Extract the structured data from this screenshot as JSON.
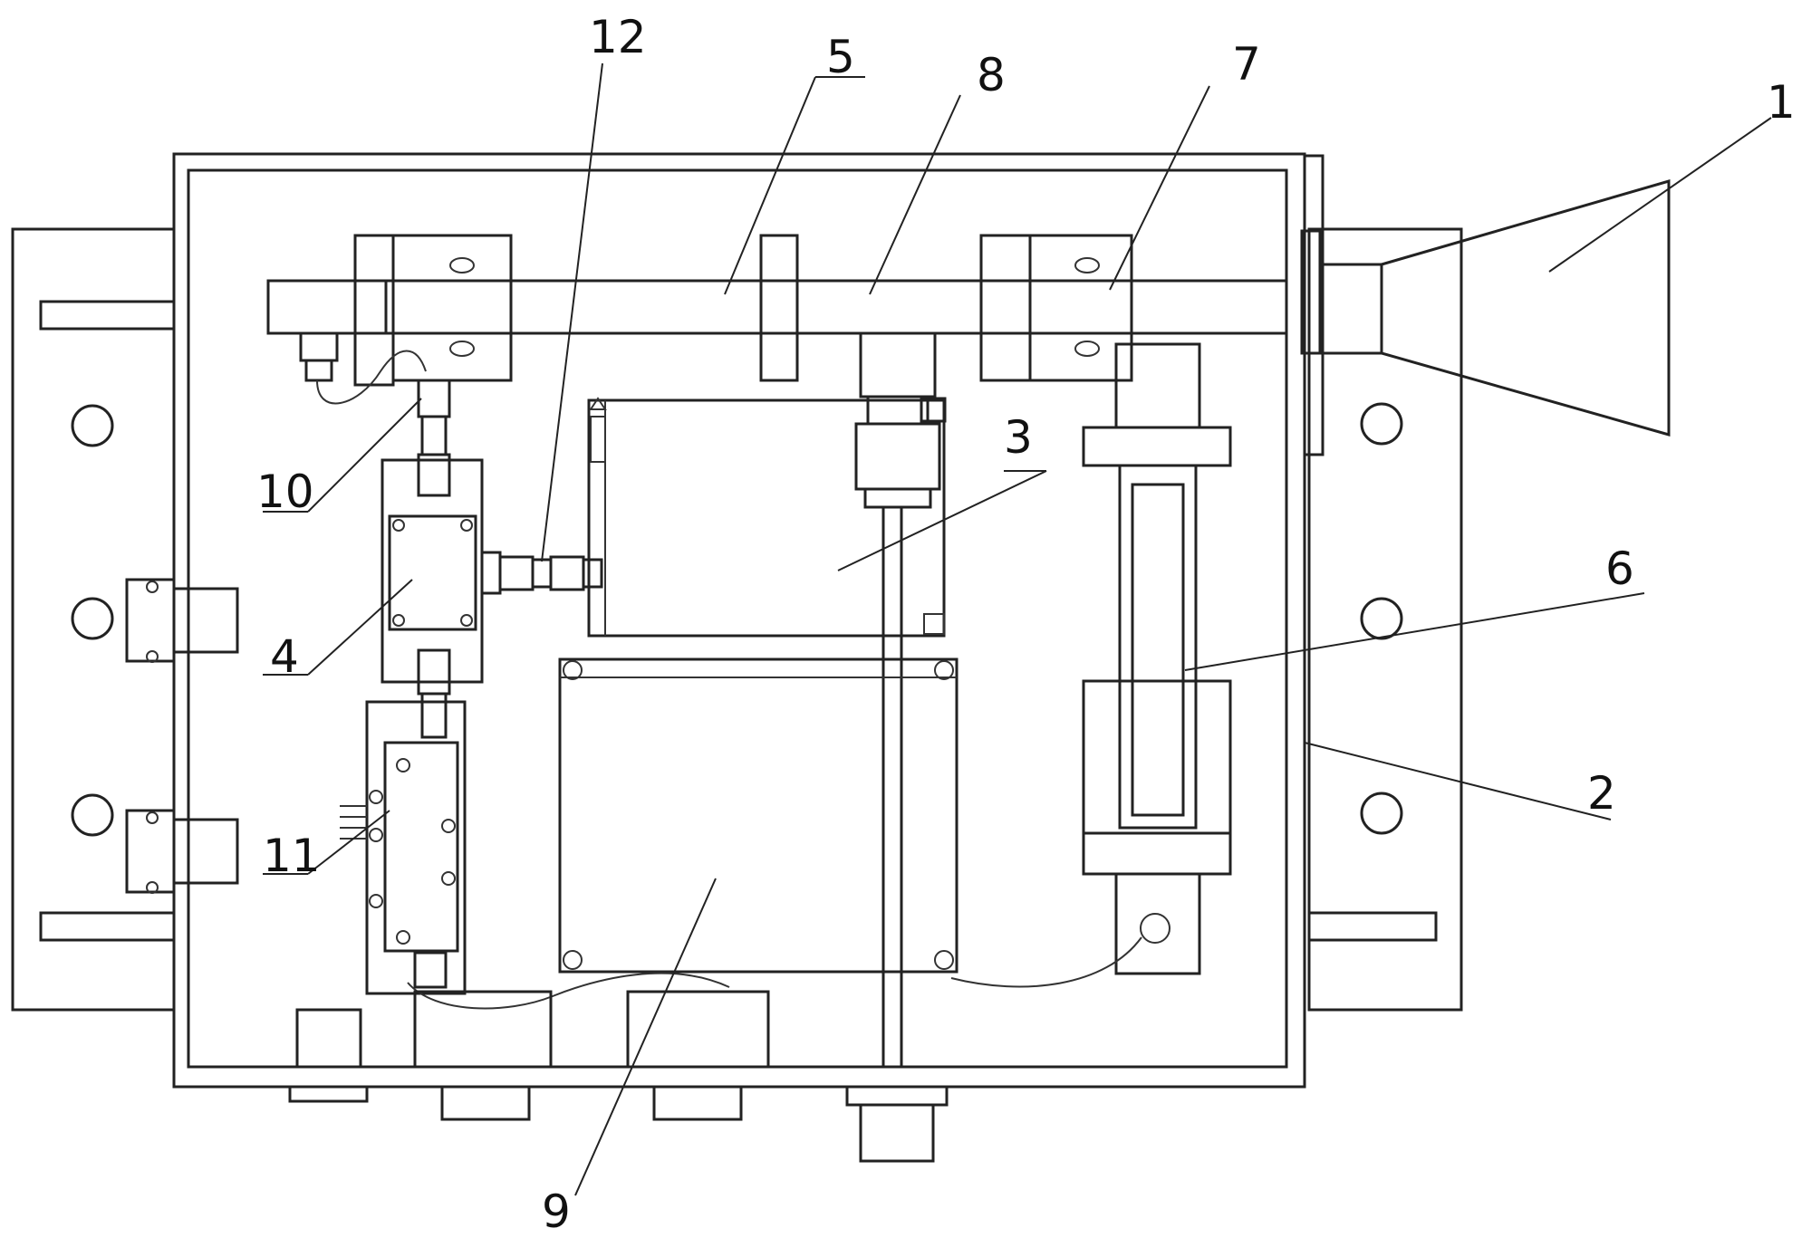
{
  "labels": {
    "l1": "1",
    "l2": "2",
    "l3": "3",
    "l4": "4",
    "l5": "5",
    "l6": "6",
    "l7": "7",
    "l8": "8",
    "l9": "9",
    "l10": "10",
    "l11": "11",
    "l12": "12"
  },
  "colors": {
    "line": "#222222",
    "background": "#ffffff"
  }
}
